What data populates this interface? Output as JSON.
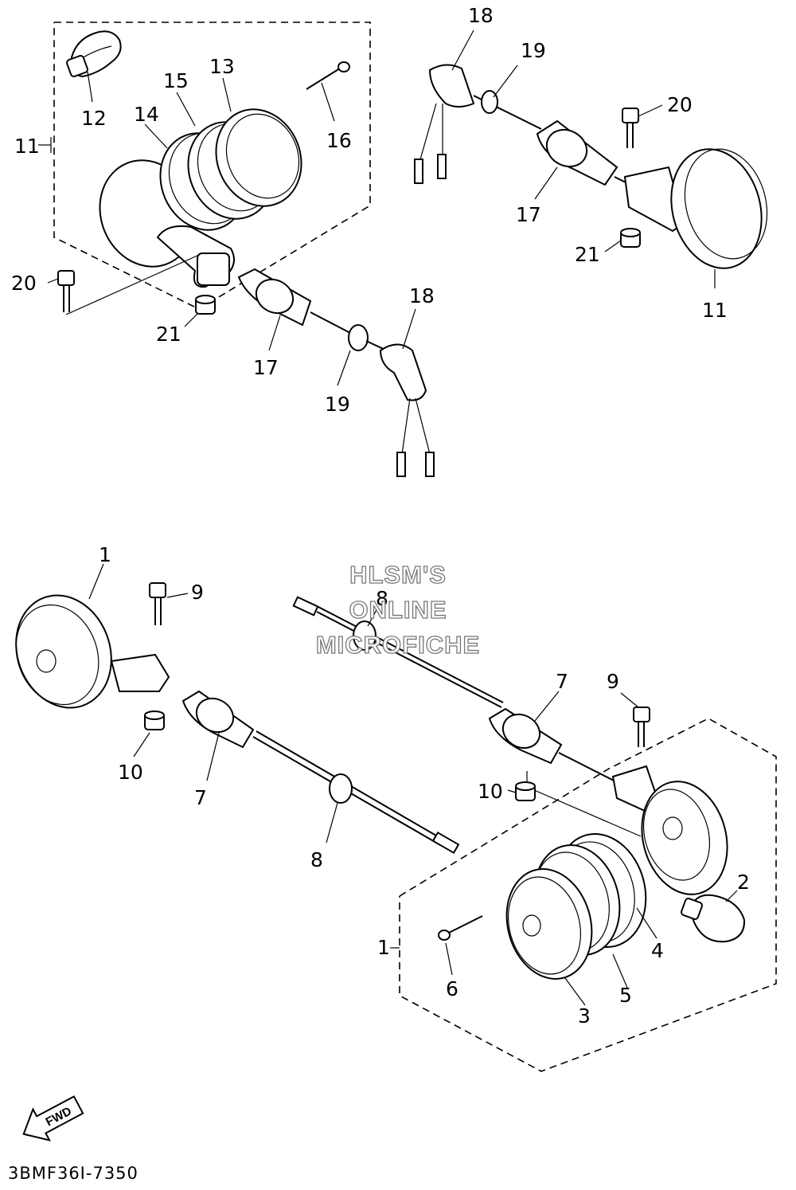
{
  "watermark": {
    "line1": "HLSM'S",
    "line2": "ONLINE",
    "line3": "MICROFICHE"
  },
  "fwd_label": "FWD",
  "drawing_code": "3BMF36I-7350",
  "callouts": {
    "c11a": "11",
    "c12": "12",
    "c13": "13",
    "c14": "14",
    "c15": "15",
    "c16": "16",
    "c17a": "17",
    "c18a": "18",
    "c19a": "19",
    "c20a": "20",
    "c21a": "21",
    "c18b": "18",
    "c19b": "19",
    "c20b": "20",
    "c17b": "17",
    "c21b": "21",
    "c11b": "11",
    "c1a": "1",
    "c9a": "9",
    "c8a": "8",
    "c7a": "7",
    "c9b": "9",
    "c10a": "10",
    "c7b": "7",
    "c8b": "8",
    "c10b": "10",
    "c2": "2",
    "c1b": "1",
    "c4": "4",
    "c6": "6",
    "c5": "5",
    "c3": "3"
  }
}
